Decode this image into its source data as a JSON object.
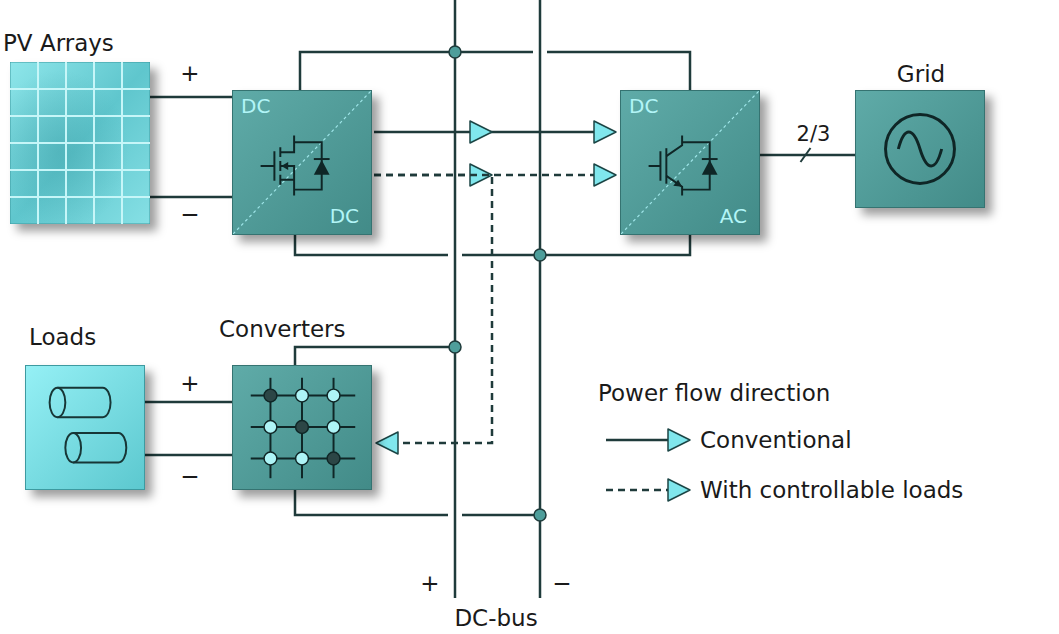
{
  "diagram": {
    "nodes": [
      {
        "text": [
          "PV Arrays"
        ]
      },
      {
        "text": [
          "DC",
          "DC"
        ]
      },
      {
        "text": [
          "DC",
          "AC"
        ]
      },
      {
        "text": [
          "Grid"
        ]
      },
      {
        "text": [
          "Loads"
        ]
      },
      {
        "text": [
          "Converters"
        ]
      }
    ],
    "edges": [
      {
        "from": 0,
        "to": 1,
        "arrow": "none"
      },
      {
        "from": 1,
        "to": 2,
        "arrow": "to"
      },
      {
        "from": 1,
        "to": 2,
        "arrow": "to"
      },
      {
        "from": 1,
        "to": 5,
        "arrow": "to"
      },
      {
        "from": 2,
        "to": 3,
        "label": "2/3",
        "arrow": "none"
      },
      {
        "from": 4,
        "to": 5,
        "arrow": "none"
      }
    ],
    "labels": [
      "+",
      "−",
      "+",
      "−",
      "+",
      "−",
      "DC-bus",
      "Power flow direction"
    ],
    "legend": [
      {
        "text": "Conventional"
      },
      {
        "text": "With controllable loads"
      }
    ]
  }
}
